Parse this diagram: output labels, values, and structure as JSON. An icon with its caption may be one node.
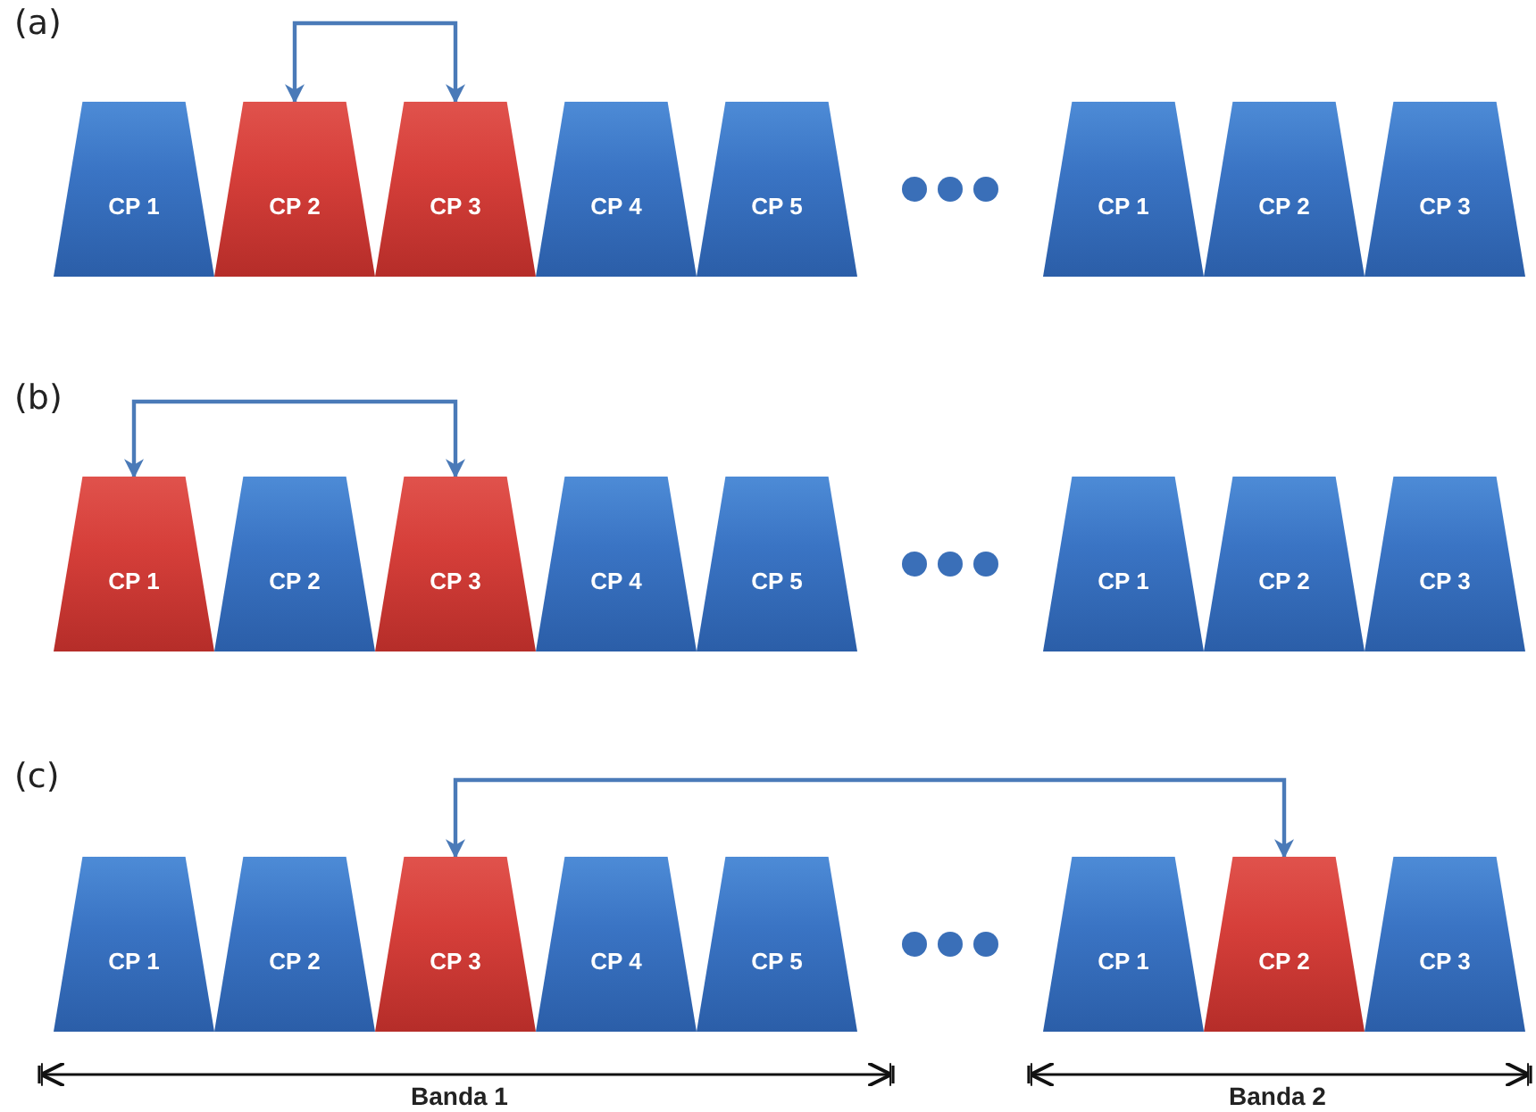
{
  "diagram": {
    "nodes": [
      {
        "text": [
          "CP 1"
        ]
      },
      {
        "text": [
          "CP 2"
        ]
      },
      {
        "text": [
          "CP 3"
        ]
      },
      {
        "text": [
          "CP 4"
        ]
      },
      {
        "text": [
          "CP 5"
        ]
      },
      {
        "text": [
          "CP 1"
        ]
      },
      {
        "text": [
          "CP 2"
        ]
      },
      {
        "text": [
          "CP 3"
        ]
      },
      {
        "text": [
          "CP 1"
        ]
      },
      {
        "text": [
          "CP 2"
        ]
      },
      {
        "text": [
          "CP 3"
        ]
      },
      {
        "text": [
          "CP 4"
        ]
      },
      {
        "text": [
          "CP 5"
        ]
      },
      {
        "text": [
          "CP 1"
        ]
      },
      {
        "text": [
          "CP 2"
        ]
      },
      {
        "text": [
          "CP 3"
        ]
      },
      {
        "text": [
          "CP 1"
        ]
      },
      {
        "text": [
          "CP 2"
        ]
      },
      {
        "text": [
          "CP 3"
        ]
      },
      {
        "text": [
          "CP 4"
        ]
      },
      {
        "text": [
          "CP 5"
        ]
      },
      {
        "text": [
          "CP 1"
        ]
      },
      {
        "text": [
          "CP 2"
        ]
      },
      {
        "text": [
          "CP 3"
        ]
      }
    ],
    "edges": [
      {
        "from": 1,
        "to": 2,
        "arrow": "both"
      },
      {
        "from": 8,
        "to": 10,
        "arrow": "both"
      },
      {
        "from": 18,
        "to": 22,
        "arrow": "both"
      }
    ],
    "labels": [
      "(a)",
      "(b)",
      "(c)",
      "Banda 1",
      "Banda 2"
    ]
  }
}
